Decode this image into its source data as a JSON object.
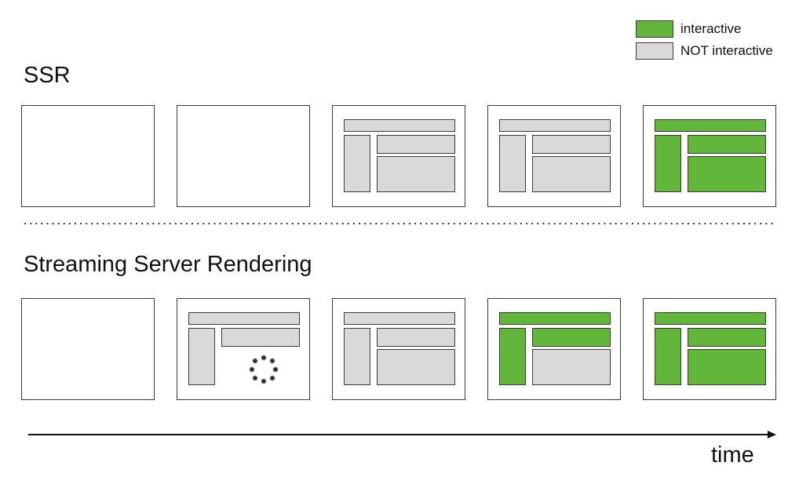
{
  "colors": {
    "interactive": "#62b73a",
    "not_interactive": "#d9d9dc"
  },
  "legend": {
    "interactive_label": "interactive",
    "not_interactive_label": "NOT interactive"
  },
  "rows": [
    {
      "title": "SSR",
      "frames": [
        {
          "content": "blank"
        },
        {
          "content": "blank"
        },
        {
          "content": "layout",
          "header": false,
          "sidebar": false,
          "top": false,
          "main": false
        },
        {
          "content": "layout",
          "header": false,
          "sidebar": false,
          "top": false,
          "main": false
        },
        {
          "content": "layout",
          "header": true,
          "sidebar": true,
          "top": true,
          "main": true
        }
      ]
    },
    {
      "title": "Streaming Server Rendering",
      "frames": [
        {
          "content": "blank"
        },
        {
          "content": "layout-loading",
          "header": false,
          "sidebar": false,
          "top": false
        },
        {
          "content": "layout",
          "header": false,
          "sidebar": false,
          "top": false,
          "main": false
        },
        {
          "content": "layout",
          "header": true,
          "sidebar": true,
          "top": true,
          "main": false
        },
        {
          "content": "layout",
          "header": true,
          "sidebar": true,
          "top": true,
          "main": true
        }
      ]
    }
  ],
  "axis": {
    "label": "time"
  }
}
